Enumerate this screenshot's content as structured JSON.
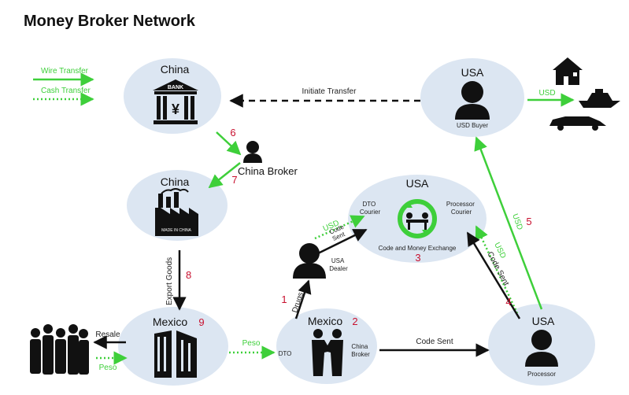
{
  "title": "Money Broker Network",
  "legend": {
    "wire": "Wire Transfer",
    "cash": "Cash Transfer"
  },
  "nodes": {
    "china_bank": {
      "name": "China",
      "badge": "BANK",
      "symbol": "¥"
    },
    "china_factory": {
      "name": "China",
      "sign": "MADE IN CHINA"
    },
    "usa_buyer": {
      "name": "USA",
      "role": "USD Buyer"
    },
    "usa_exchange": {
      "name": "USA",
      "left": "DTO\nCourier",
      "right": "Processor\nCourier",
      "caption": "Code and Money Exchange"
    },
    "mexico_city": {
      "name": "Mexico",
      "num": "9"
    },
    "mexico_broker": {
      "name": "Mexico",
      "num": "2",
      "left": "DTO",
      "right": "China\nBroker"
    },
    "usa_processor": {
      "name": "USA",
      "role": "Processor"
    },
    "usa_dealer": {
      "role": "USA\nDealer"
    }
  },
  "china_broker": "China Broker",
  "edges": {
    "initiate": "Initiate Transfer",
    "usd_top": "USD",
    "n6": "6",
    "n7": "7",
    "export": "Export Goods",
    "n8": "8",
    "resale": "Resale",
    "peso_left": "Peso",
    "peso_right": "Peso",
    "drugs": "Drugs",
    "n1": "1",
    "usd_dealer": "USD",
    "code_sent_dealer": "Code\nSent",
    "n3": "3",
    "code_sent_bottom": "Code Sent",
    "usd_proc": "USD",
    "code_sent_proc": "Code Sent",
    "n4": "4",
    "usd_up": "USD",
    "n5": "5"
  },
  "colors": {
    "green": "#3ecf3a",
    "node": "#dce6f2",
    "red": "#c8102e"
  }
}
